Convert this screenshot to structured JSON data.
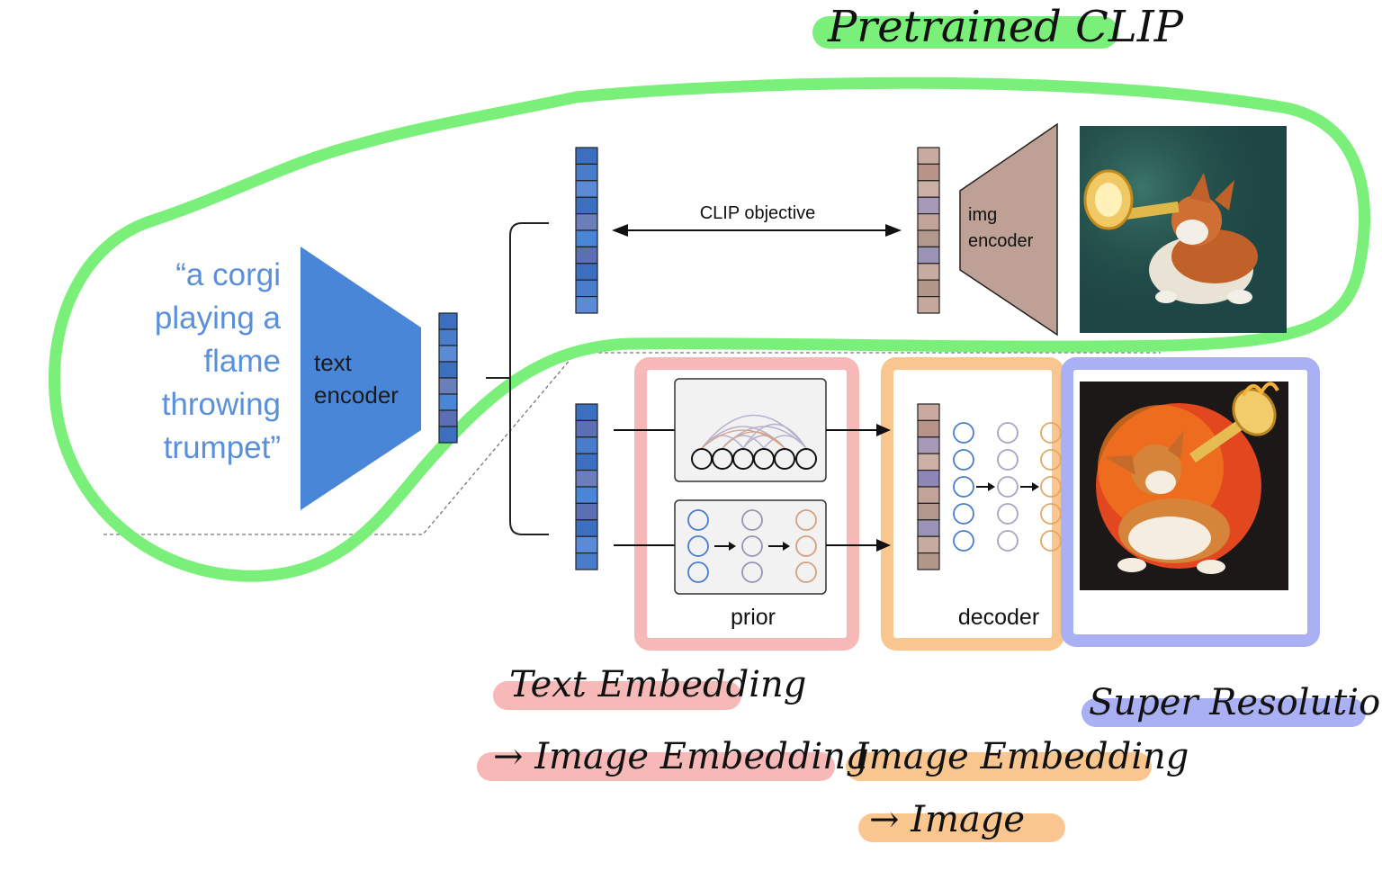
{
  "prompt": {
    "lines": [
      "“a corgi",
      "playing a",
      "flame",
      "throwing",
      "trumpet”"
    ]
  },
  "labels": {
    "text_encoder": [
      "text",
      "encoder"
    ],
    "img_encoder": [
      "img",
      "encoder"
    ],
    "clip_objective": "CLIP objective",
    "prior": "prior",
    "decoder": "decoder"
  },
  "annotations": {
    "pretrained_clip": "Pretrained CLIP",
    "prior_line1": "Text Embedding",
    "prior_line2": "→ Image Embedding",
    "decoder_line1": "Image Embedding",
    "decoder_line2": "→ Image",
    "super_resolution": "Super Resolution"
  },
  "colors": {
    "clip_green": "#7af07a",
    "prior_pink": "#f7b8b8",
    "decoder_orange": "#f9c690",
    "sr_blue": "#aab0f4",
    "text_blue": "#4a86d8",
    "img_brown": "#bfa095"
  },
  "text_embedding_cells": [
    "#3c6fbf",
    "#4a7ccc",
    "#5b8ad6",
    "#3c6fbf",
    "#6a7fba",
    "#4a86d8",
    "#5b70b4",
    "#3c6fbf",
    "#4a7ccc",
    "#5b8ad6"
  ],
  "image_embedding_cells": [
    "#c8aaa0",
    "#b89488",
    "#ccb0a6",
    "#a79ab8",
    "#c2a398",
    "#b3988e",
    "#9a93b5",
    "#c7ab9f",
    "#b29789",
    "#c5a89d"
  ],
  "prior_embedding_cells": [
    "#3c6fbf",
    "#5b70b4",
    "#4a7ccc",
    "#3c6fbf",
    "#6a7fba",
    "#4a86d8",
    "#5b70b4",
    "#3c6fbf",
    "#5b8ad6",
    "#4a7ccc"
  ],
  "decoder_embedding_cells": [
    "#c8aaa0",
    "#b89488",
    "#a79ab8",
    "#ccb0a6",
    "#8f86b8",
    "#c2a398",
    "#b3988e",
    "#9a93b5",
    "#c7ab9f",
    "#b29789"
  ]
}
